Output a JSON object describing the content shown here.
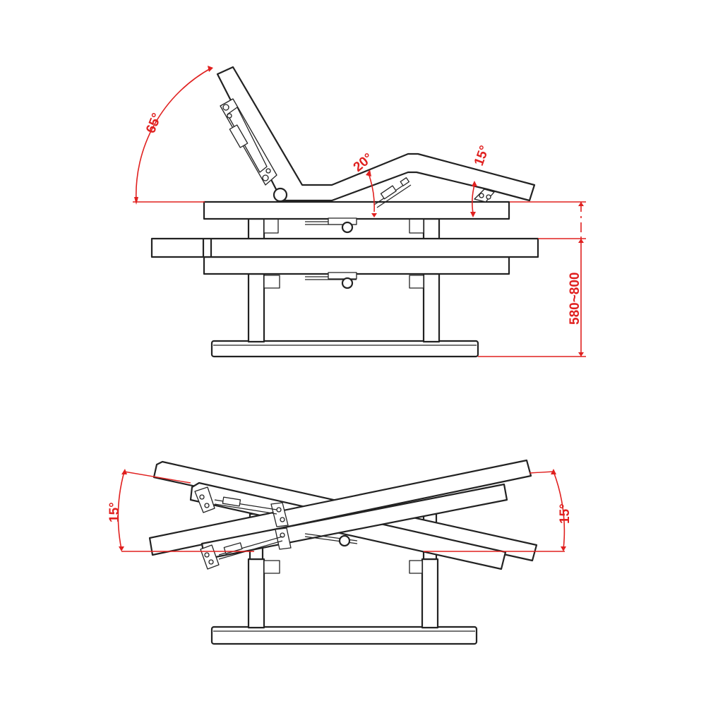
{
  "side_view": {
    "backrest_angle": "65°",
    "seat_angle": "20°",
    "leg_angle": "15°",
    "height_range": "580~800"
  },
  "front_view": {
    "tilt_left": "15°",
    "tilt_right": "15°"
  },
  "colors": {
    "dimension": "#e0201f",
    "outline": "#222222"
  }
}
